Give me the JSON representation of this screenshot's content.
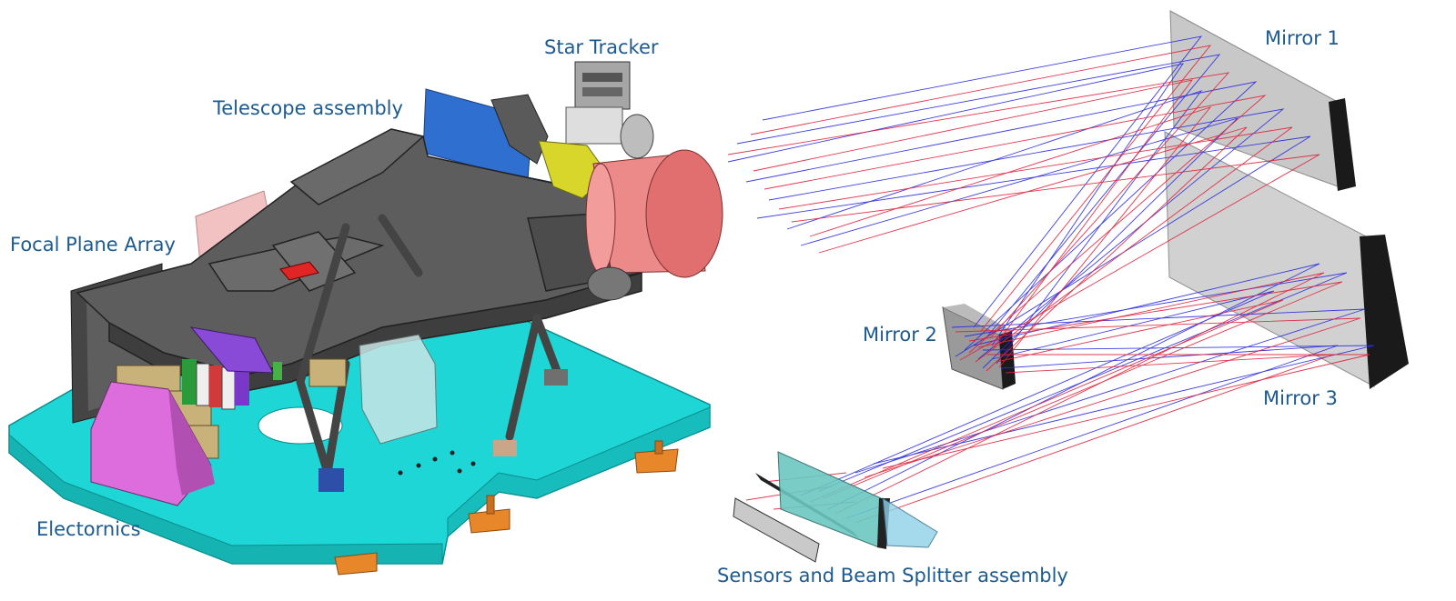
{
  "labels": {
    "star_tracker": "Star Tracker",
    "telescope_assembly": "Telescope assembly",
    "focal_plane_array": "Focal Plane Array",
    "electronics": "Electornics",
    "mirror_1": "Mirror 1",
    "mirror_2": "Mirror 2",
    "mirror_3": "Mirror 3",
    "sensors_beam_splitter": "Sensors and Beam Splitter assembly"
  },
  "colors": {
    "label_text": "#1d5a8e",
    "base_plate": "#1ed6d6",
    "frame": "#555555",
    "blue_panel": "#2f6fd0",
    "pink_baffle": "#ec8a8a",
    "magenta_box": "#dd6cdd",
    "orange_feet": "#e8862a",
    "yellow_part": "#d8d62a",
    "mirror_face": "#c8c8c8",
    "mirror_edge": "#1a1a1a",
    "ray_red": "#e0223a",
    "ray_blue": "#2a2ae0",
    "beam_splitter": "#6cc7c2"
  }
}
